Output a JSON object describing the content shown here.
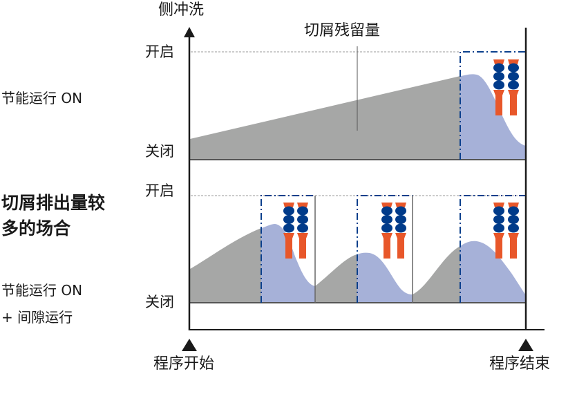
{
  "axis": {
    "y_title": "侧冲洗",
    "level_on": "开启",
    "level_off": "关闭",
    "start_label": "程序开始",
    "end_label": "程序结束"
  },
  "upper_panel": {
    "mode_label": "节能运行 ON",
    "annotation": "切屑残留量"
  },
  "lower_panel": {
    "title_line1": "切屑排出量较",
    "title_line2": "多的场合",
    "mode_label_line1": "节能运行 ON",
    "mode_label_line2": "+ 间隙运行"
  },
  "colors": {
    "chip_residue_gray": "#a6a7a6",
    "flush_area_blue": "#a6b1d8",
    "flush_box_dash": "#0a3f8c",
    "nozzle_orange": "#e8572a",
    "nozzle_blue": "#003b8a",
    "axis": "#1a1a1a"
  },
  "chart_data": {
    "type": "area",
    "title": "侧冲洗 (Side flush) ON/OFF timing vs chip residue",
    "xlabel": "程序开始 → 程序结束",
    "ylabel": "侧冲洗",
    "y_levels": [
      "关闭",
      "开启"
    ],
    "panels": [
      {
        "name": "节能运行 ON",
        "flush_on_intervals": [
          [
            0.8,
            1.0
          ]
        ],
        "chip_residue_profile": "linear rise from 0.18 to 0.78 until flush starts, then drops to ~0.12 at end",
        "annotation": "切屑残留量"
      },
      {
        "name": "切屑排出量较多的场合 — 节能运行 ON + 间隙运行",
        "flush_on_intervals": [
          [
            0.21,
            0.37
          ],
          [
            0.5,
            0.66
          ],
          [
            0.8,
            1.0
          ]
        ],
        "chip_residue_profile": "three rising hills, each drops during a flush interval",
        "annotation": ""
      }
    ]
  }
}
